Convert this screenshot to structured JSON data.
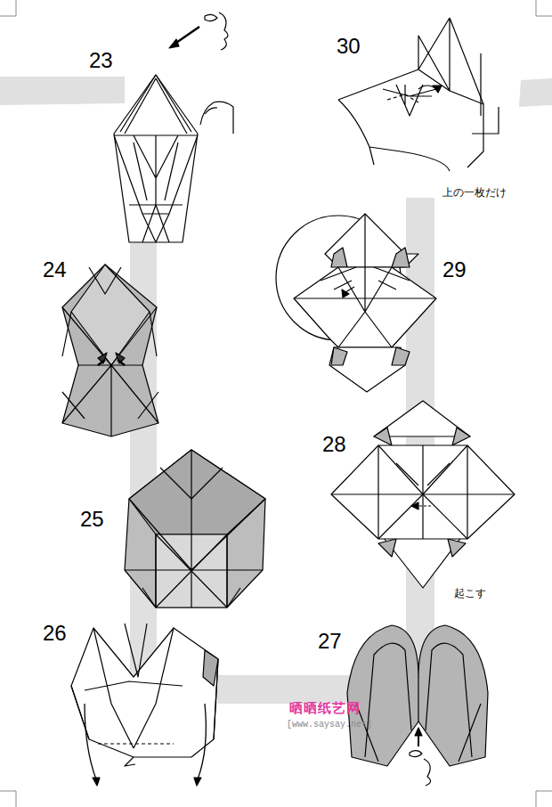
{
  "diagram": {
    "labels": [
      "23",
      "24",
      "25",
      "26",
      "27",
      "28",
      "29",
      "30",
      "上の一枚だけ",
      "起こす",
      "晒晒纸艺网",
      "[www.saysay.net]"
    ]
  }
}
